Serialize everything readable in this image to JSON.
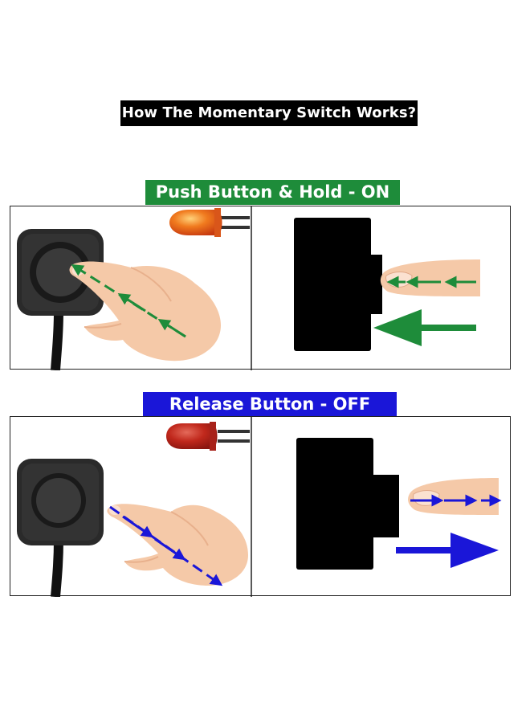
{
  "title": "How The Momentary Switch Works?",
  "sections": [
    {
      "label": "Push Button & Hold - ON",
      "color": "#1e8c3a",
      "arrow_color": "#1e8c3a",
      "led_color": "#e8541a"
    },
    {
      "label": "Release Button - OFF",
      "color": "#1a16d8",
      "arrow_color": "#1a16d8",
      "led_color": "#c22a1e"
    }
  ]
}
